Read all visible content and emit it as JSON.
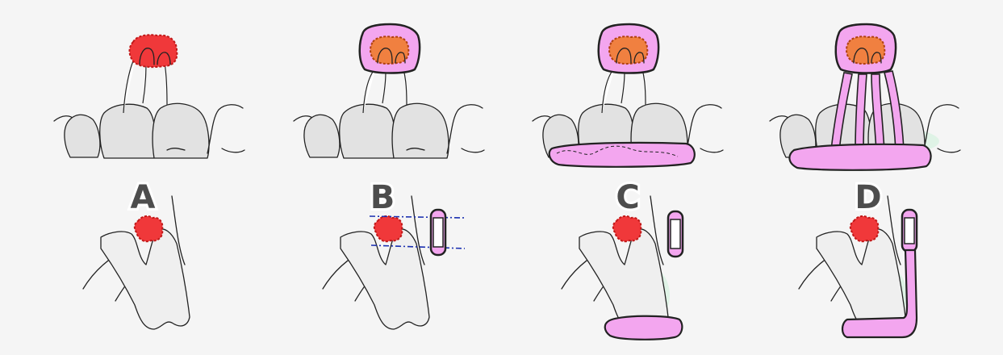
{
  "panels": [
    {
      "letter": "A"
    },
    {
      "letter": "B"
    },
    {
      "letter": "C"
    },
    {
      "letter": "D"
    }
  ],
  "colors": {
    "lesion": "#f0383a",
    "lesion_inner": "#f08040",
    "appliance": "#f3a6ef",
    "tooth": "#e2e2e2",
    "guide_line": "#1a2fb0"
  }
}
